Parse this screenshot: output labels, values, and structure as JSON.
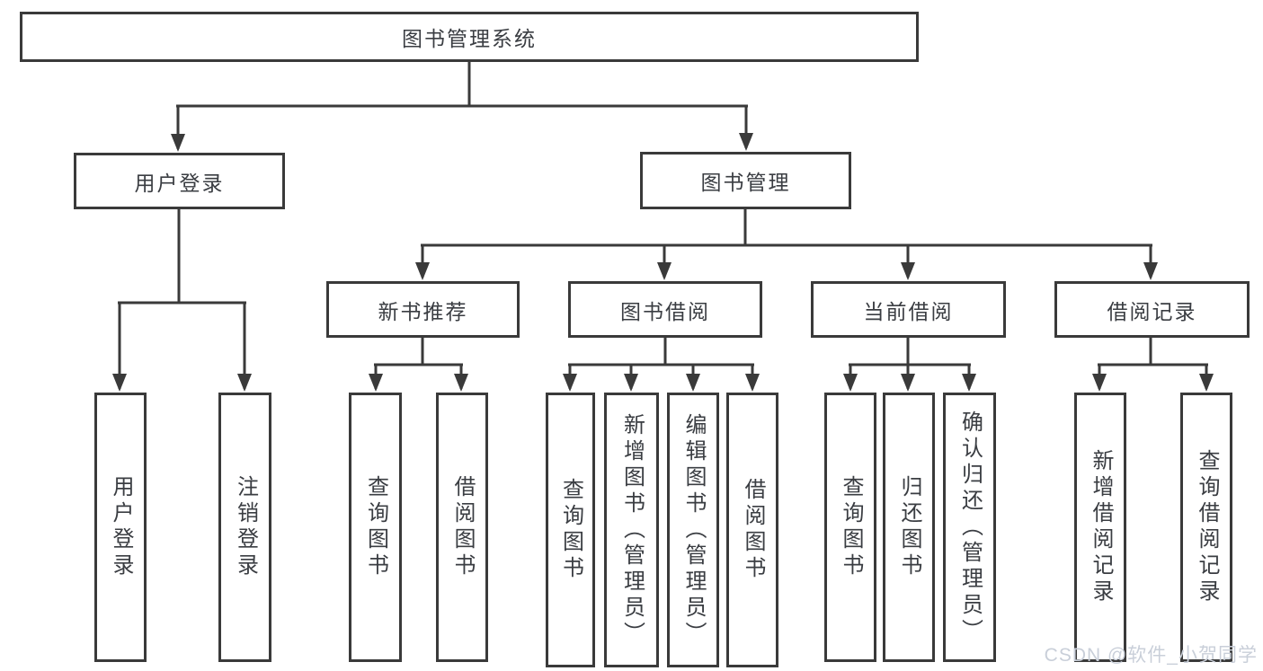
{
  "diagram": {
    "tree": {
      "label": "图书管理系统",
      "children": [
        {
          "label": "用户登录",
          "children": [
            {
              "label": "用户登录"
            },
            {
              "label": "注销登录"
            }
          ]
        },
        {
          "label": "图书管理",
          "children": [
            {
              "label": "新书推荐",
              "children": [
                {
                  "label": "查询图书"
                },
                {
                  "label": "借阅图书"
                }
              ]
            },
            {
              "label": "图书借阅",
              "children": [
                {
                  "label": "查询图书"
                },
                {
                  "label": "新增图书（管理员）"
                },
                {
                  "label": "编辑图书（管理员）"
                },
                {
                  "label": "借阅图书"
                }
              ]
            },
            {
              "label": "当前借阅",
              "children": [
                {
                  "label": "查询图书"
                },
                {
                  "label": "归还图书"
                },
                {
                  "label": "确认归还（管理员）"
                }
              ]
            },
            {
              "label": "借阅记录",
              "children": [
                {
                  "label": "新增借阅记录"
                },
                {
                  "label": "查询借阅记录"
                }
              ]
            }
          ]
        }
      ]
    },
    "colors": {
      "line": "#3a3a3a",
      "text": "#3a3d42",
      "watermark": "#c9cfd9",
      "background": "#ffffff"
    }
  },
  "watermark": {
    "text": "CSDN @软件_小贺同学"
  }
}
